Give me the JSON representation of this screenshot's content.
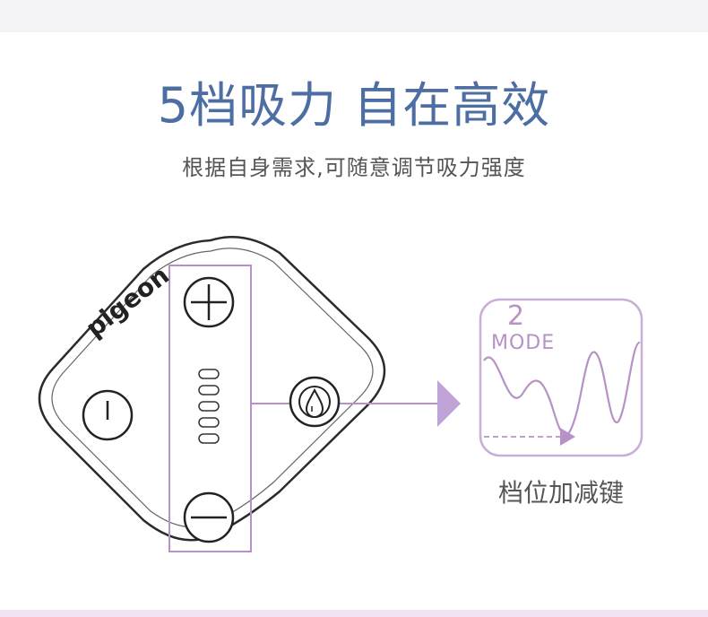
{
  "headline": "5档吸力 自在高效",
  "subline": "根据自身需求,可随意调节吸力强度",
  "device": {
    "brand": "pigeon",
    "level_count": 5,
    "icons": {
      "plus": "plus-icon",
      "minus": "minus-icon",
      "power": "power-icon",
      "mode": "milk-drop-mode-icon"
    }
  },
  "mode_panel": {
    "number": "2",
    "label": "MODE",
    "caption": "档位加减键"
  },
  "colors": {
    "headline": "#4d6ea3",
    "accent": "#b692c6",
    "outline": "#2b2b2b"
  }
}
